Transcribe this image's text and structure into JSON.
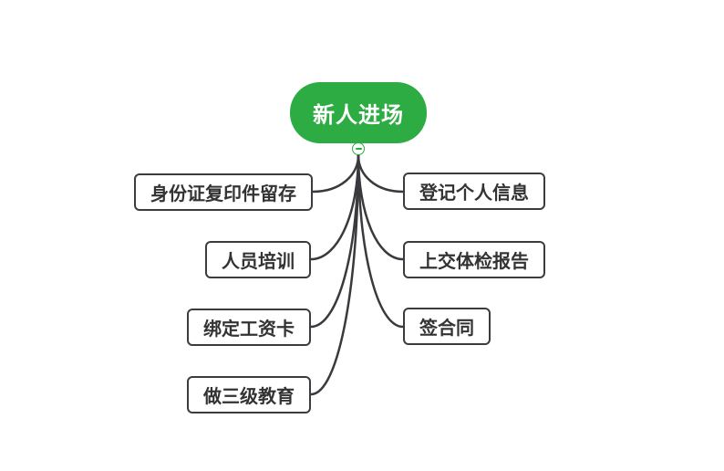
{
  "diagram": {
    "type": "mindmap",
    "root": {
      "label": "新人进场"
    },
    "collapse_button": {
      "icon": "minus-icon",
      "state_symbol": "−"
    },
    "left_nodes": [
      {
        "label": "身份证复印件留存"
      },
      {
        "label": "人员培训"
      },
      {
        "label": "绑定工资卡"
      },
      {
        "label": "做三级教育"
      }
    ],
    "right_nodes": [
      {
        "label": "登记个人信息"
      },
      {
        "label": "上交体检报告"
      },
      {
        "label": "签合同"
      }
    ],
    "colors": {
      "background": "#FFFFFF",
      "root_fill": "#2EAC44",
      "root_text": "#FFFFFF",
      "node_border": "#3C3C40",
      "node_text": "#333333",
      "line": "#3A3A3E"
    }
  }
}
